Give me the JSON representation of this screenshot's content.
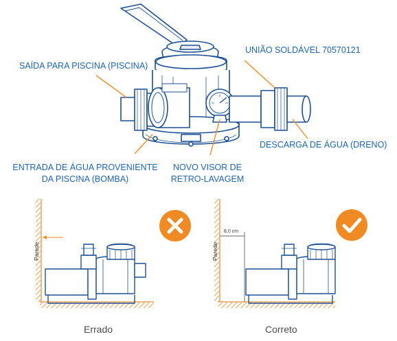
{
  "labels": {
    "saida": "SAÍDA PARA PISCINA (PISCINA)",
    "uniao": "UNIÃO SOLDÁVEL 70570121",
    "descarga": "DESCARGA DE ÁGUA (DRENO)",
    "entrada_l1": "ENTRADA DE ÁGUA PROVENIENTE",
    "entrada_l2": "DA PISCINA (BOMBA)",
    "visor_l1": "NOVO VISOR DE",
    "visor_l2": "RETRO-LAVAGEM"
  },
  "panels": [
    {
      "wall_label": "Parede",
      "caption": "Errado",
      "status": "wrong",
      "status_icon": "x-icon"
    },
    {
      "wall_label": "Parede",
      "caption": "Correto",
      "status": "correct",
      "status_icon": "check-icon",
      "distance_label": "8,0 cm"
    }
  ],
  "colors": {
    "line_blue": "#1c4f93",
    "label_blue": "#1f64b0",
    "accent_orange": "#f08a24",
    "floor_orange": "#e8a35a",
    "caption_gray": "#4a4a4a"
  }
}
